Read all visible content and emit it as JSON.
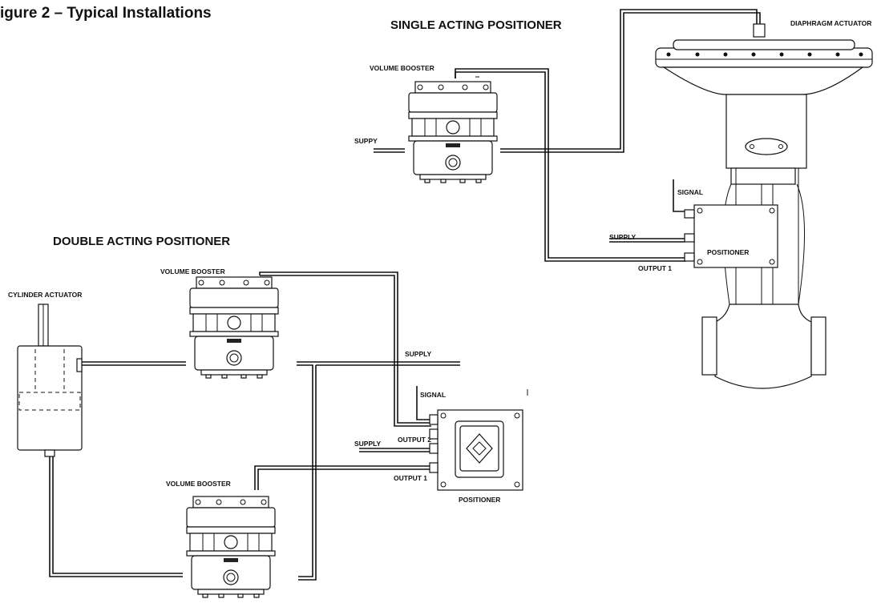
{
  "figure_title": "igure 2 – Typical Installations",
  "single": {
    "heading": "SINGLE ACTING POSITIONER",
    "volume_booster": "VOLUME BOOSTER",
    "supply_left": "SUPPY",
    "actuator": "DIAPHRAGM ACTUATOR",
    "signal": "SIGNAL",
    "supply": "SUPPLY",
    "positioner": "POSITIONER",
    "output1": "OUTPUT  1"
  },
  "double": {
    "heading": "DOUBLE ACTING  POSITIONER",
    "volume_booster_top": "VOLUME BOOSTER",
    "cylinder": "CYLINDER ACTUATOR",
    "supply_top": "SUPPLY",
    "signal": "SIGNAL",
    "output2": "OUTPUT  2",
    "supply_mid": "SUPPLY",
    "output1": "OUTPUT  1",
    "positioner": "POSITIONER",
    "volume_booster_bottom": "VOLUME BOOSTER"
  }
}
